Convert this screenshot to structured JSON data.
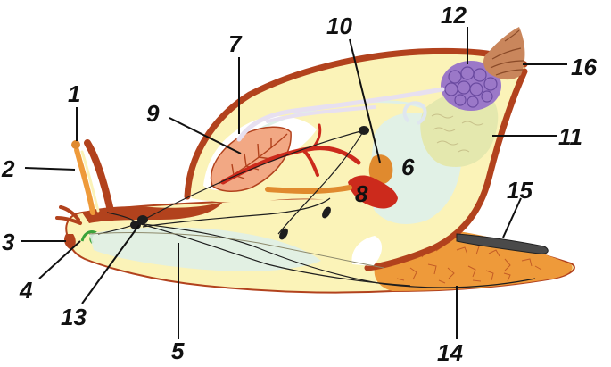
{
  "diagram": {
    "colors": {
      "body": "#fbf3b8",
      "shell_rim": "#b2421d",
      "foot_orange": "#ee9a3a",
      "lung": "#f2a884",
      "gland": "#e4e8ae",
      "gonad": "#9b78c8",
      "apex": "#c9865c",
      "light_blue": "#dff0e8",
      "organ_red": "#cc2a1c",
      "organ_orange": "#e08a2e",
      "nerve": "#1e1e1e"
    },
    "labels": [
      {
        "id": "1",
        "text": "1"
      },
      {
        "id": "2",
        "text": "2"
      },
      {
        "id": "3",
        "text": "3"
      },
      {
        "id": "4",
        "text": "4"
      },
      {
        "id": "5",
        "text": "5"
      },
      {
        "id": "6",
        "text": "6"
      },
      {
        "id": "7",
        "text": "7"
      },
      {
        "id": "8",
        "text": "8"
      },
      {
        "id": "9",
        "text": "9"
      },
      {
        "id": "10",
        "text": "10"
      },
      {
        "id": "11",
        "text": "11"
      },
      {
        "id": "12",
        "text": "12"
      },
      {
        "id": "13",
        "text": "13"
      },
      {
        "id": "14",
        "text": "14"
      },
      {
        "id": "15",
        "text": "15"
      },
      {
        "id": "16",
        "text": "16"
      }
    ]
  }
}
